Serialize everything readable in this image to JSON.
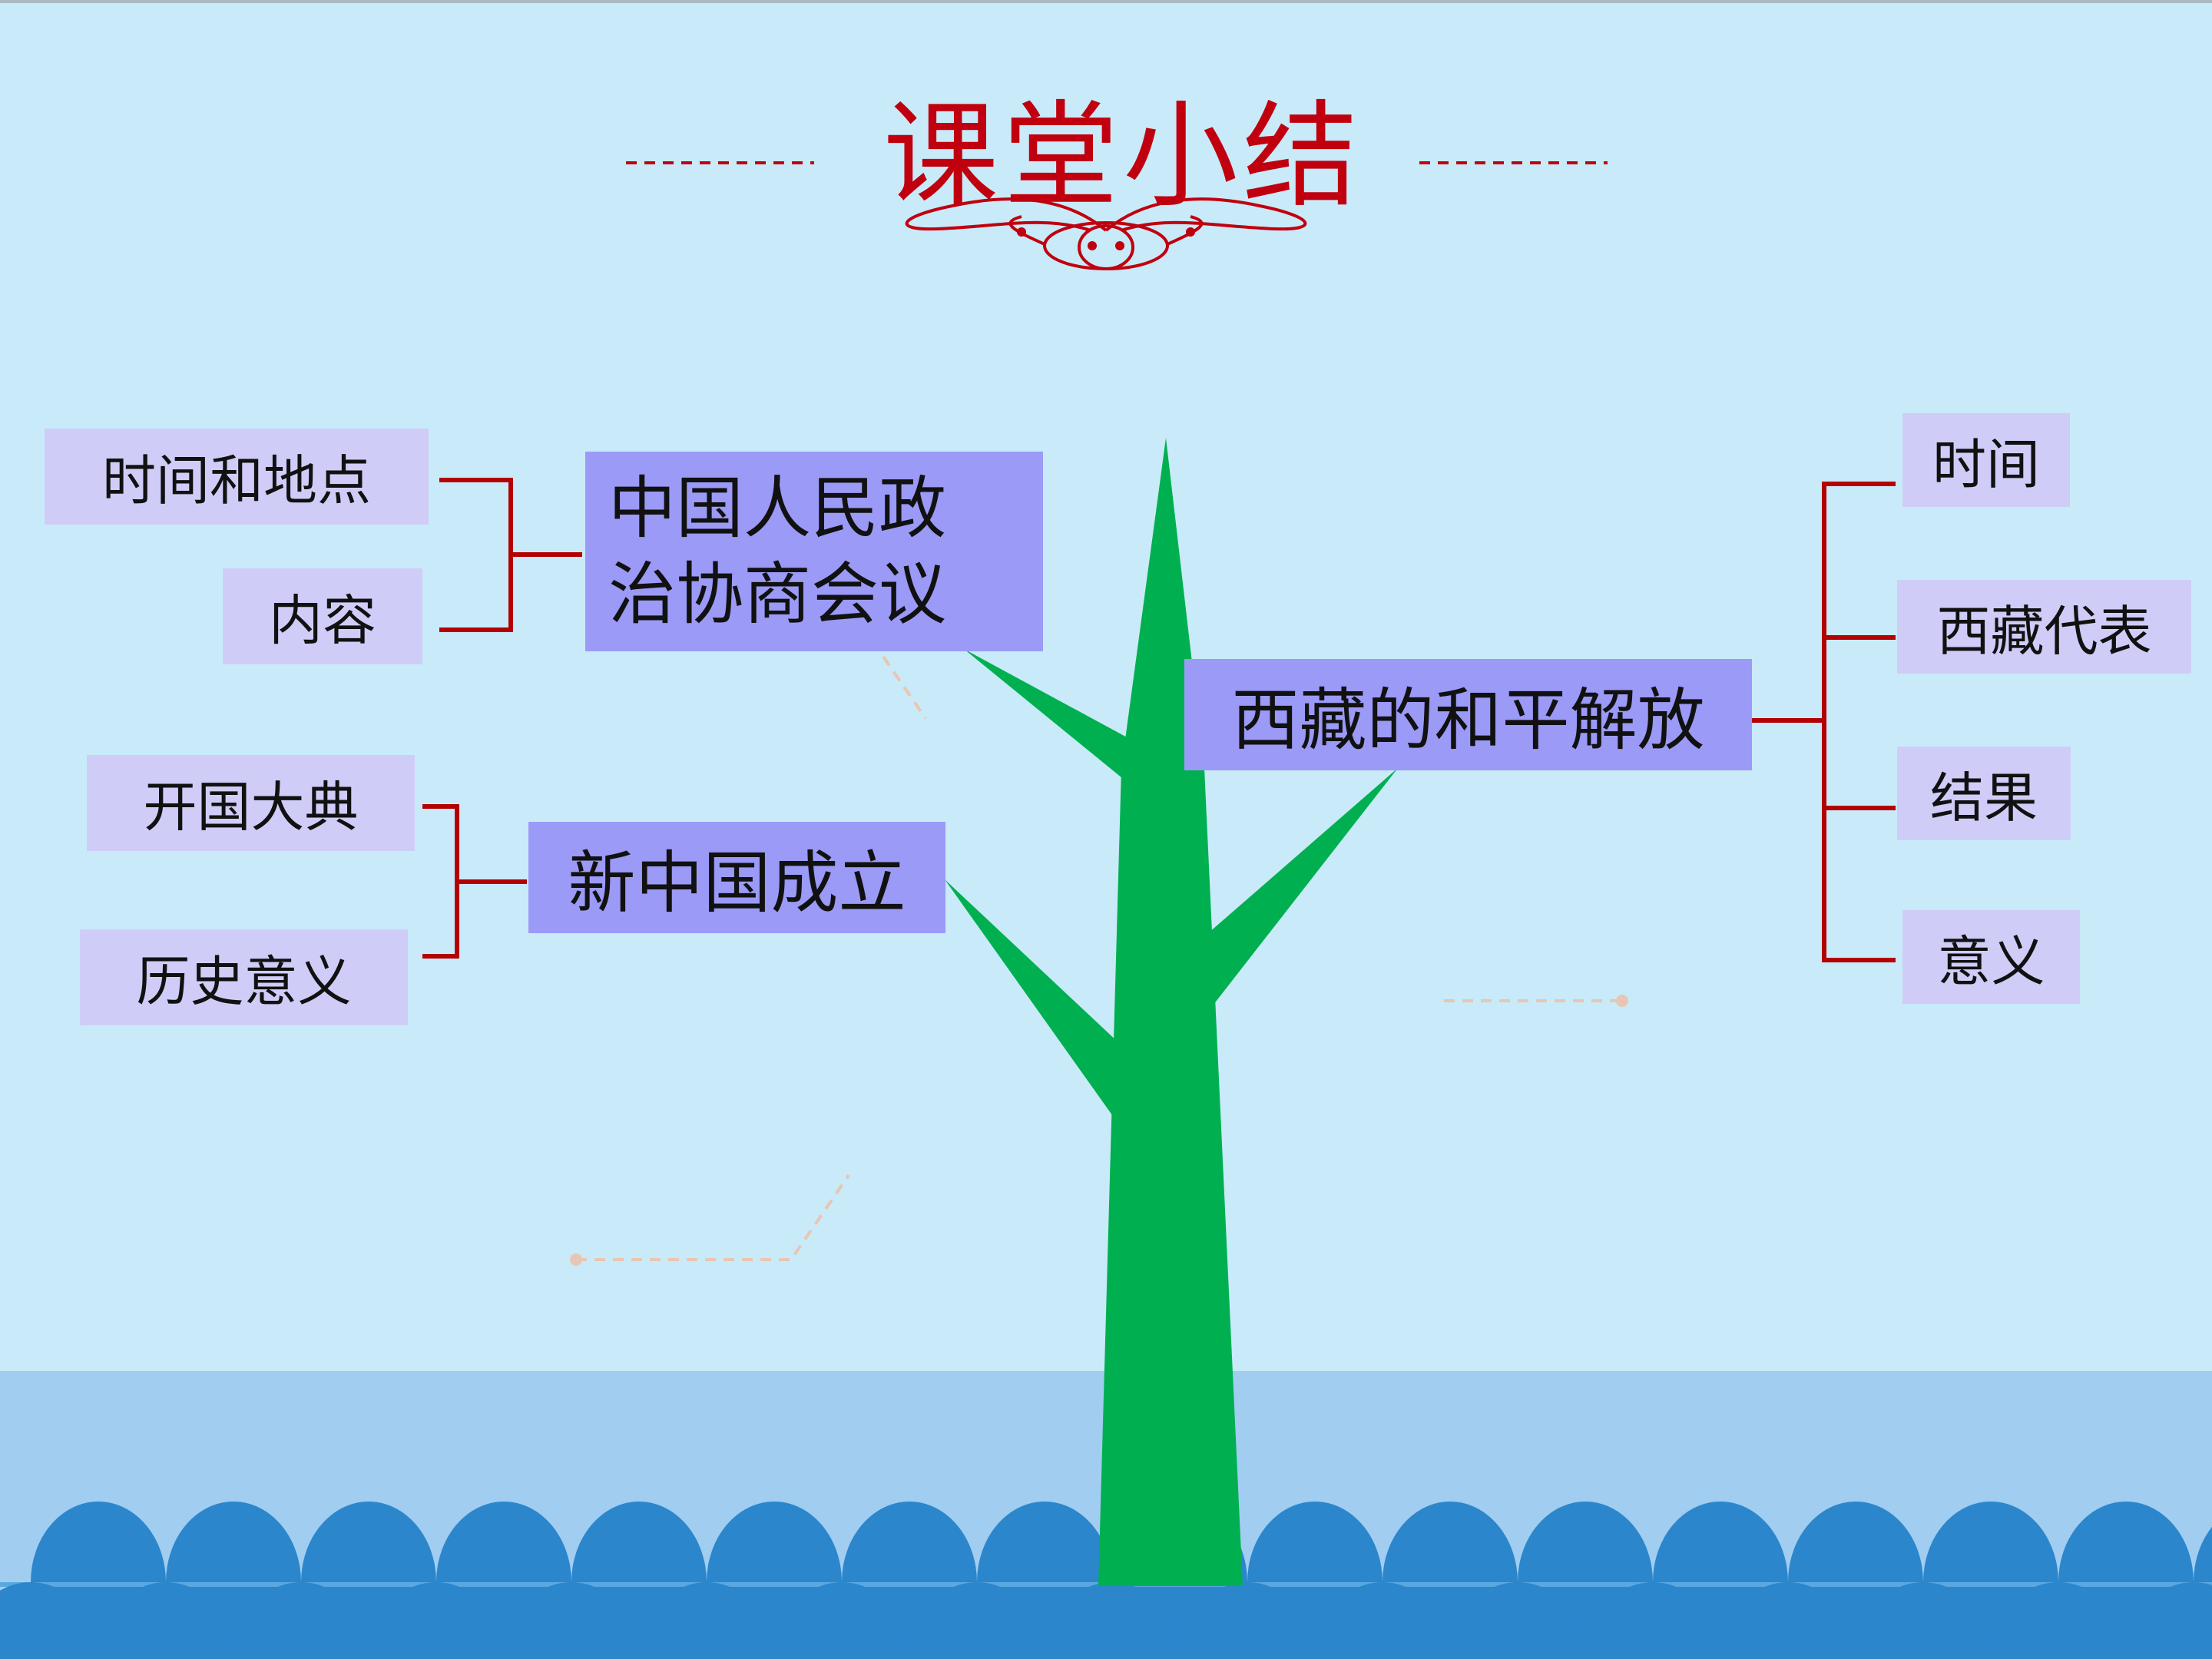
{
  "title": "课堂小结",
  "nodes": {
    "cppcc_line1": "中国人民政",
    "cppcc_line2": "治协商会议",
    "new_china": "新中国成立",
    "tibet": "西藏的和平解放"
  },
  "cppcc_children": [
    "时间和地点",
    "内容"
  ],
  "new_china_children": [
    "开国大典",
    "历史意义"
  ],
  "tibet_children": [
    "时间",
    "西藏代表",
    "结果",
    "意义"
  ],
  "colors": {
    "background": "#c9eaf9",
    "title_red": "#c0000e",
    "tree_green": "#00b050",
    "main_box": "#9b9af7",
    "leaf_box": "#cfcdf8",
    "connector": "#b30000",
    "water": "#a0cdf0",
    "waves": "#2b86cc"
  }
}
